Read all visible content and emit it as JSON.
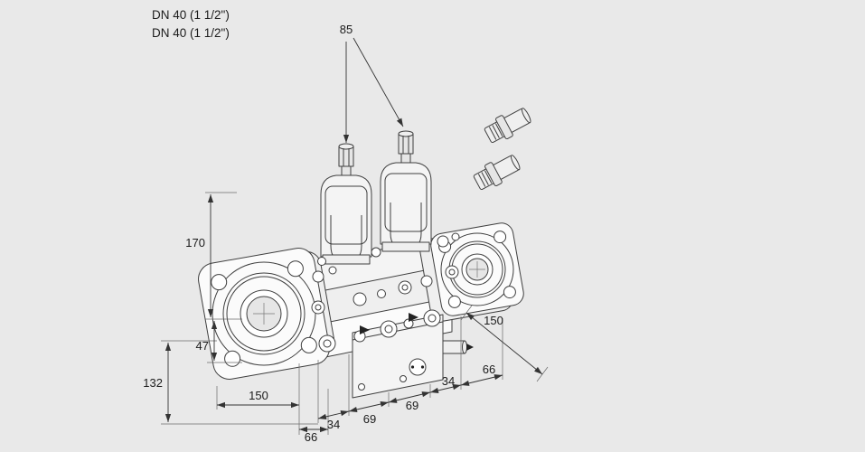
{
  "drawing": {
    "product_labels": {
      "line1": "DN 40 (1 1/2\")",
      "line2": "DN 40 (1 1/2\")"
    },
    "dims": {
      "d85": "85",
      "d170": "170",
      "d47": "47",
      "d132": "132",
      "d150_left": "150",
      "d66_bottom": "66",
      "d34_left": "34",
      "d69_left": "69",
      "d69_right": "69",
      "d34_right": "34",
      "d66_right": "66",
      "d150_right": "150"
    },
    "colors": {
      "background": "#e9e9e9",
      "line_work": "#3f3f3f",
      "dimension_lines": "#333333",
      "text": "#1c1c1c"
    }
  }
}
